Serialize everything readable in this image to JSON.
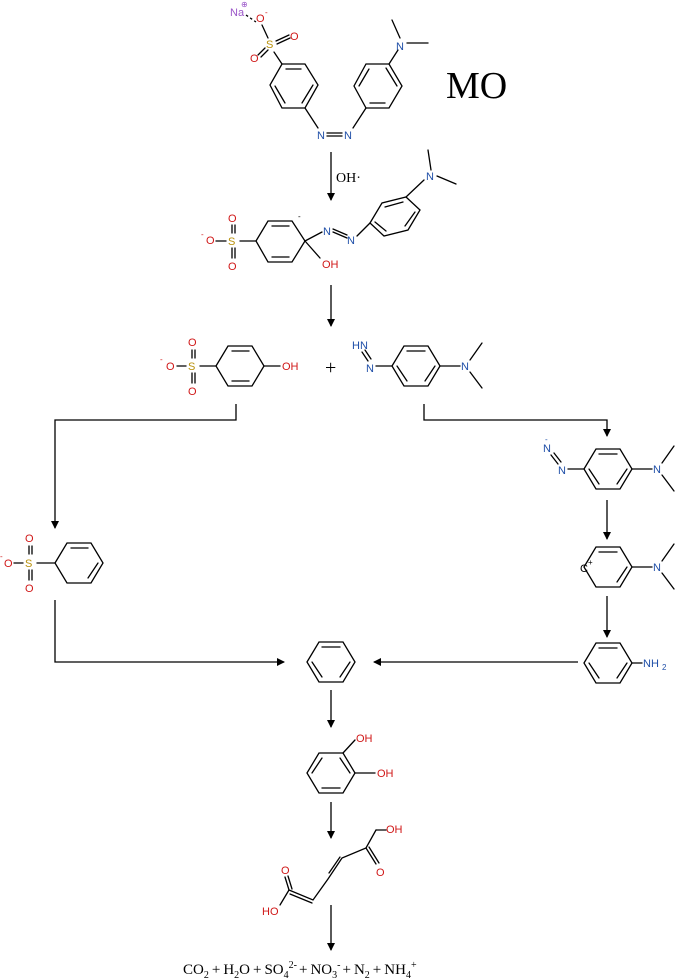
{
  "title": "MO",
  "reagent": "OH·",
  "plus_sign": "+",
  "atoms": {
    "na": "Na",
    "na_charge": "⊕",
    "o_minus": "O",
    "minus": "-",
    "s": "S",
    "o": "O",
    "n": "N",
    "oh": "OH",
    "hn": "HN",
    "c": "C",
    "plus": "+",
    "nh2": "NH",
    "nh2_sub": "2",
    "ho": "HO"
  },
  "final_products": {
    "co2": "CO",
    "co2_sub": "2",
    "plus1": "+",
    "h2o_h": "H",
    "h2o_sub": "2",
    "h2o_o": "O",
    "plus2": "+",
    "so4": "SO",
    "so4_sub": "4",
    "so4_sup": "2-",
    "plus3": "+",
    "no3": "NO",
    "no3_sub": "3",
    "no3_sup": "-",
    "plus4": "+",
    "n2": "N",
    "n2_sub": "2",
    "plus5": "+",
    "nh4": "NH",
    "nh4_sub": "4",
    "nh4_sup": "+"
  },
  "colors": {
    "nitrogen": "#1f4fa8",
    "oxygen": "#d01818",
    "sulfur": "#b8900a",
    "sodium": "#9a55c8"
  }
}
